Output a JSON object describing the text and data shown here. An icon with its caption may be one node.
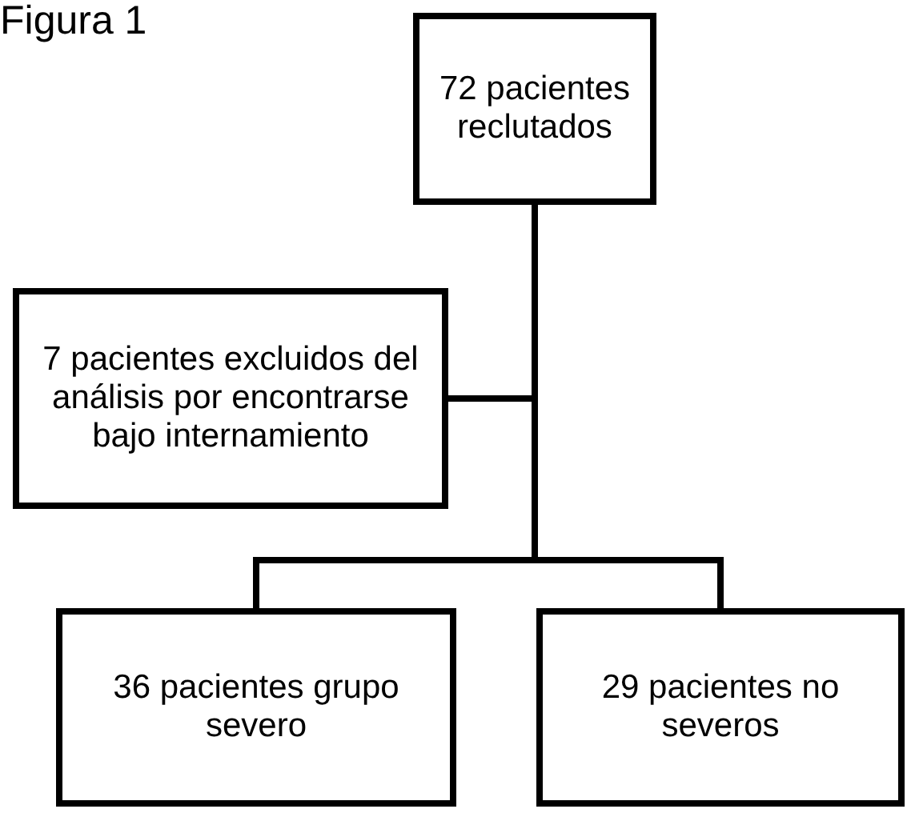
{
  "diagram": {
    "title": "Figura 1",
    "nodes": [
      {
        "text": [
          "72 pacientes reclutados"
        ]
      },
      {
        "text": [
          "7 pacientes excluidos del análisis por encontrarse bajo internamiento"
        ]
      },
      {
        "text": [
          "36 pacientes grupo severo"
        ]
      },
      {
        "text": [
          "29 pacientes no severos"
        ]
      }
    ],
    "edges": [
      {
        "from": 0,
        "to": 1,
        "arrow": "none"
      },
      {
        "from": 0,
        "to": 2,
        "arrow": "none"
      },
      {
        "from": 0,
        "to": 3,
        "arrow": "none"
      }
    ]
  }
}
